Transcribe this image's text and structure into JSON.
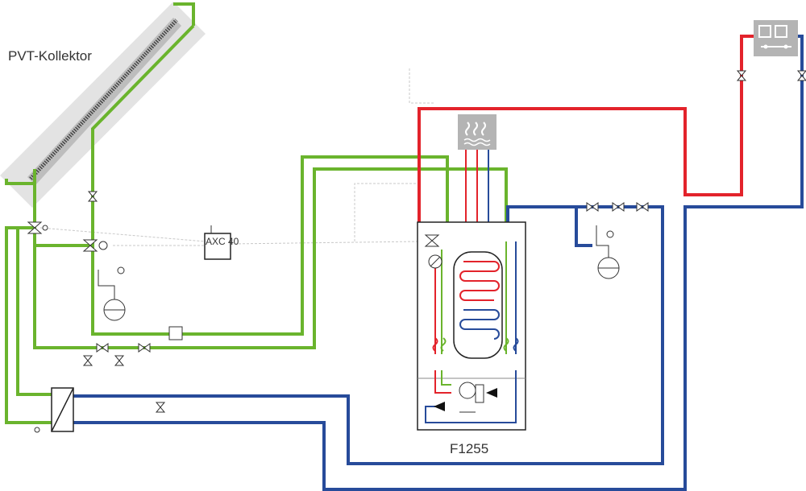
{
  "labels": {
    "collector": "PVT-Kollektor",
    "unit": "F1255",
    "controller": "AXC 40"
  },
  "colors": {
    "brine": "#6ab42d",
    "supply": "#e3232b",
    "return": "#274b9a",
    "device_grey": "#b4b4b4"
  },
  "icons": [
    "hot-water-icon",
    "radiator-icon",
    "valve-icon",
    "pump-icon",
    "expansion-vessel-icon",
    "heat-exchanger-icon",
    "mixing-valve-icon"
  ]
}
